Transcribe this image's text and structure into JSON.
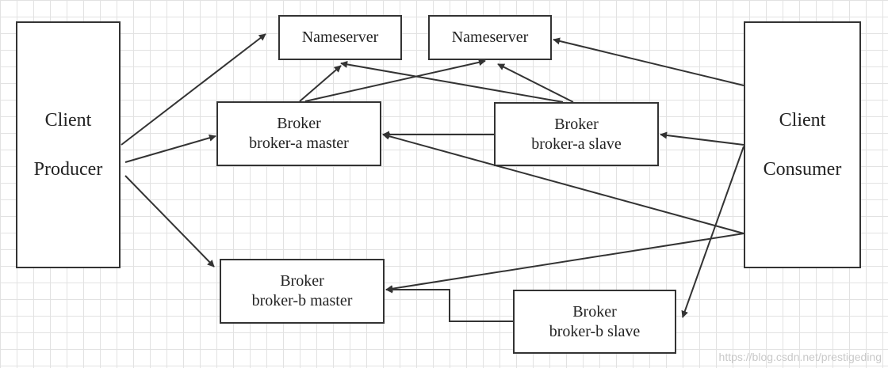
{
  "nodes": {
    "nameserver_1": {
      "label": "Nameserver"
    },
    "nameserver_2": {
      "label": "Nameserver"
    },
    "broker_a_master": {
      "line1": "Broker",
      "line2": "broker-a master"
    },
    "broker_a_slave": {
      "line1": "Broker",
      "line2": "broker-a slave"
    },
    "broker_b_master": {
      "line1": "Broker",
      "line2": "broker-b master"
    },
    "broker_b_slave": {
      "line1": "Broker",
      "line2": "broker-b slave"
    },
    "client_producer": {
      "line1": "Client",
      "line2": "Producer"
    },
    "client_consumer": {
      "line1": "Client",
      "line2": "Consumer"
    }
  },
  "edges": [
    {
      "from": "client_producer",
      "to": "nameserver_1"
    },
    {
      "from": "client_producer",
      "to": "broker_a_master"
    },
    {
      "from": "client_producer",
      "to": "broker_b_master"
    },
    {
      "from": "broker_a_master",
      "to": "nameserver_1"
    },
    {
      "from": "broker_a_master",
      "to": "nameserver_2"
    },
    {
      "from": "broker_a_slave",
      "to": "nameserver_1"
    },
    {
      "from": "broker_a_slave",
      "to": "nameserver_2"
    },
    {
      "from": "broker_a_slave",
      "to": "broker_a_master"
    },
    {
      "from": "client_consumer",
      "to": "nameserver_2"
    },
    {
      "from": "client_consumer",
      "to": "broker_a_slave"
    },
    {
      "from": "client_consumer",
      "to": "broker_a_master"
    },
    {
      "from": "client_consumer",
      "to": "broker_b_master"
    },
    {
      "from": "client_consumer",
      "to": "broker_b_slave"
    },
    {
      "from": "broker_b_slave",
      "to": "broker_b_master"
    }
  ],
  "watermark": "https://blog.csdn.net/prestigeding"
}
